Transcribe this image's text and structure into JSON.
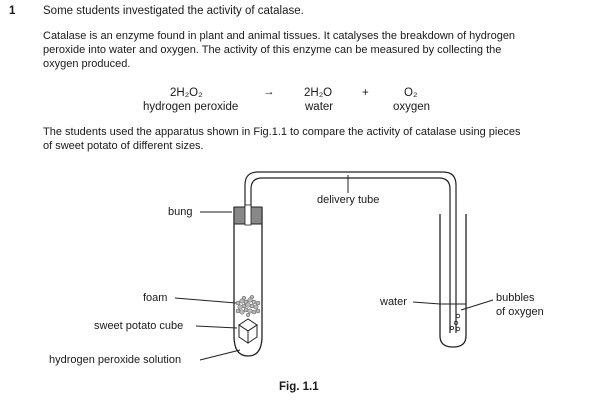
{
  "question": {
    "number": "1",
    "intro": "Some students investigated the activity of catalase.",
    "paragraph_lines": [
      "Catalase is an enzyme found in plant and animal tissues. It catalyses the breakdown of hydrogen",
      "peroxide into water and oxygen. The activity of this enzyme can be measured by collecting the",
      "oxygen produced."
    ],
    "equation": {
      "reactant_formula": "2H₂O₂",
      "reactant_name": "hydrogen peroxide",
      "arrow": "→",
      "product1_formula": "2H₂O",
      "plus": "+",
      "product2_formula": "O₂",
      "product1_name": "water",
      "product2_name": "oxygen"
    },
    "apparatus_lines": [
      "The students used the apparatus shown in Fig.1.1 to compare the activity of catalase using pieces",
      "of sweet potato of different sizes."
    ]
  },
  "figure": {
    "labels": {
      "delivery_tube": "delivery tube",
      "bung": "bung",
      "foam": "foam",
      "sweet_potato_cube": "sweet potato cube",
      "hydrogen_peroxide_solution": "hydrogen peroxide solution",
      "water": "water",
      "bubbles_line1": "bubbles",
      "bubbles_line2": "of oxygen"
    },
    "caption": "Fig. 1.1"
  }
}
